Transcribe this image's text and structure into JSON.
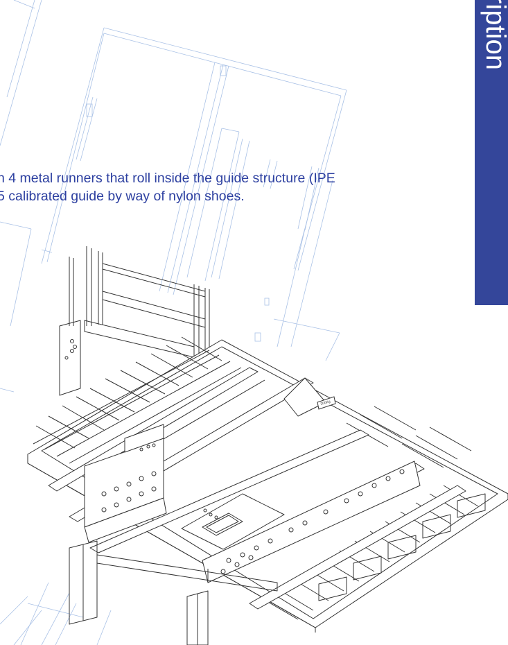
{
  "side_tab": {
    "label": "ription",
    "color": "#34469a"
  },
  "body_text": {
    "line1": "n 4 metal runners that roll inside the guide structure (IPE",
    "line2": "5 calibrated guide by way of nylon shoes.",
    "color": "#2c3fa0"
  },
  "drawing": {
    "plate_label": "200Kg",
    "faint_line_color": "#9fb8e0",
    "line_color": "#2a2a2a"
  }
}
